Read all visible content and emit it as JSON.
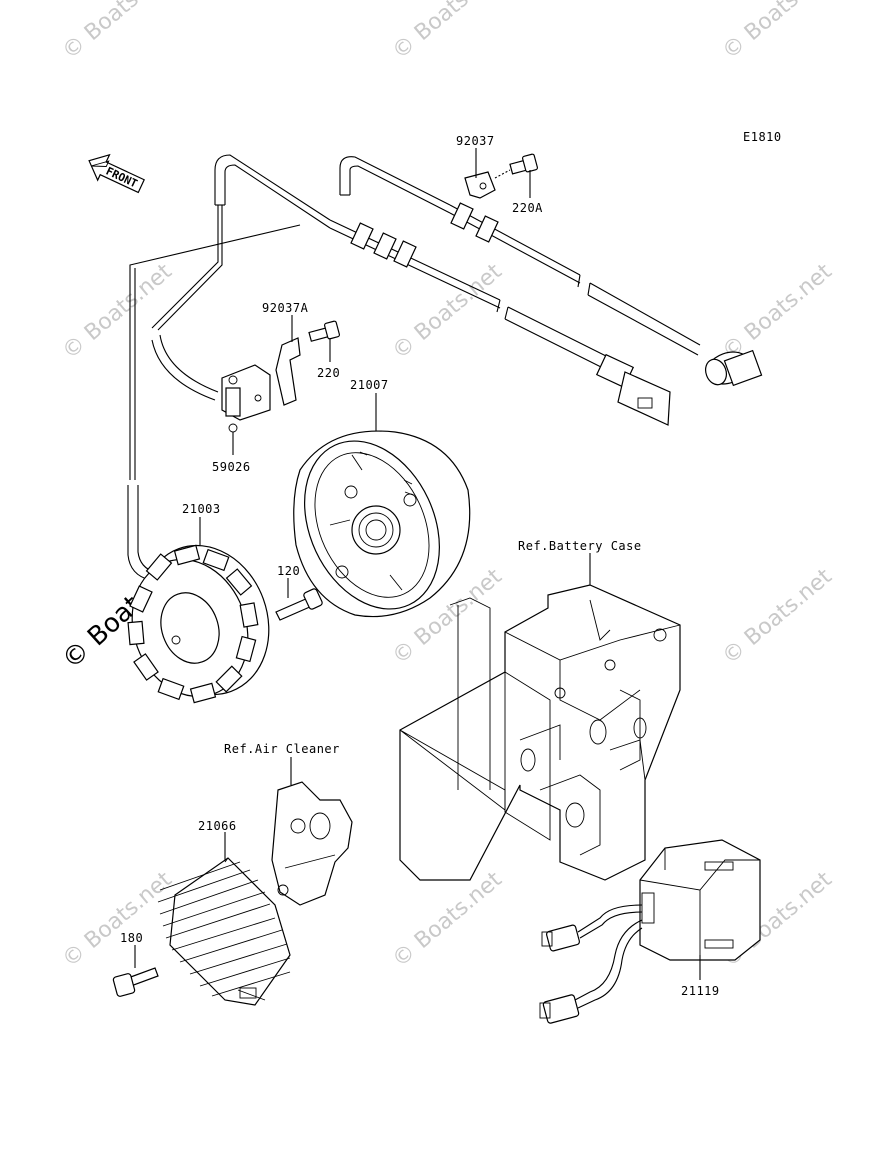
{
  "diagram_code": "E1810",
  "front_label": "FRONT",
  "watermark": "© Boats.net",
  "parts": {
    "p92037": "92037",
    "p220A": "220A",
    "p92037A": "92037A",
    "p220": "220",
    "p21007": "21007",
    "p59026": "59026",
    "p21003": "21003",
    "p120": "120",
    "p21066": "21066",
    "p180": "180",
    "p21119": "21119"
  },
  "refs": {
    "battery_case": "Ref.Battery Case",
    "air_cleaner": "Ref.Air Cleaner"
  },
  "colors": {
    "line": "#000000",
    "watermark": "#c9c9c9"
  }
}
